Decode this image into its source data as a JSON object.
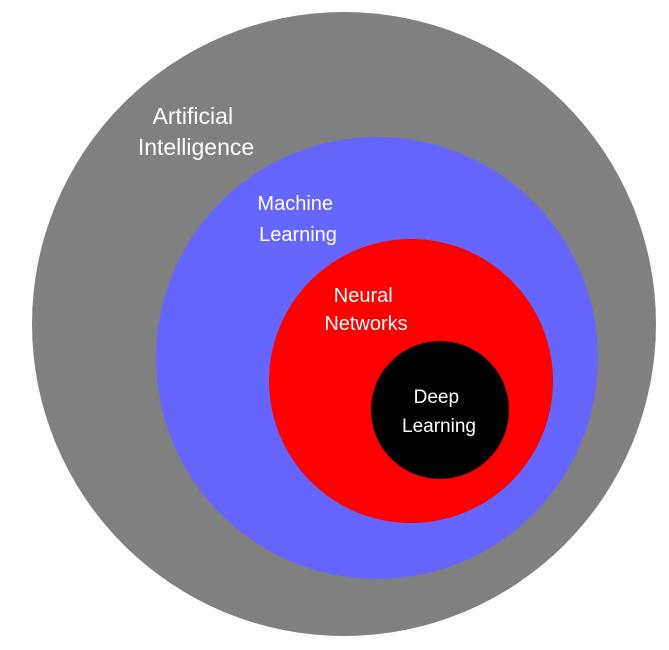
{
  "diagram": {
    "circles": [
      {
        "name": "artificial-intelligence",
        "line1": "Artificial",
        "line2": "Intelligence",
        "color": "#808080"
      },
      {
        "name": "machine-learning",
        "line1": "Machine",
        "line2": "Learning",
        "color": "#6666ff"
      },
      {
        "name": "neural-networks",
        "line1": "Neural",
        "line2": "Networks",
        "color": "#ff0000"
      },
      {
        "name": "deep-learning",
        "line1": "Deep",
        "line2": "Learning",
        "color": "#000000"
      }
    ]
  }
}
